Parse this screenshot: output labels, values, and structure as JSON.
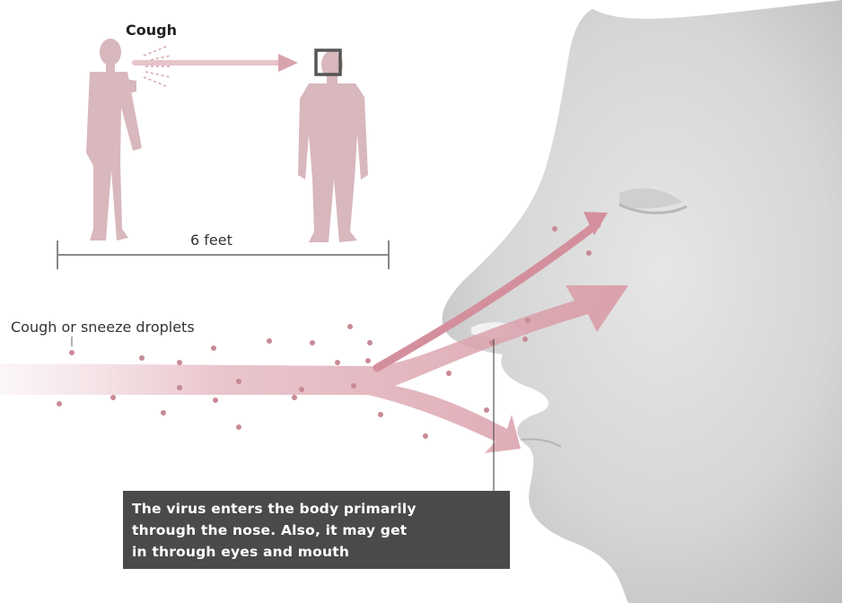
{
  "diagram": {
    "cough_label": "Cough",
    "distance_label": "6 feet",
    "droplets_label": "Cough or sneeze droplets",
    "callout_lines": [
      "The virus enters the body primarily",
      "through the nose. Also, it may get",
      " in through eyes and mouth"
    ]
  },
  "colors": {
    "figure": "#d8b7bd",
    "arrow": "#d9a3ad",
    "droplet": "#c88a96",
    "callout_bg": "#4a4a4a",
    "callout_text": "#ffffff",
    "outline_box": "#555555"
  }
}
